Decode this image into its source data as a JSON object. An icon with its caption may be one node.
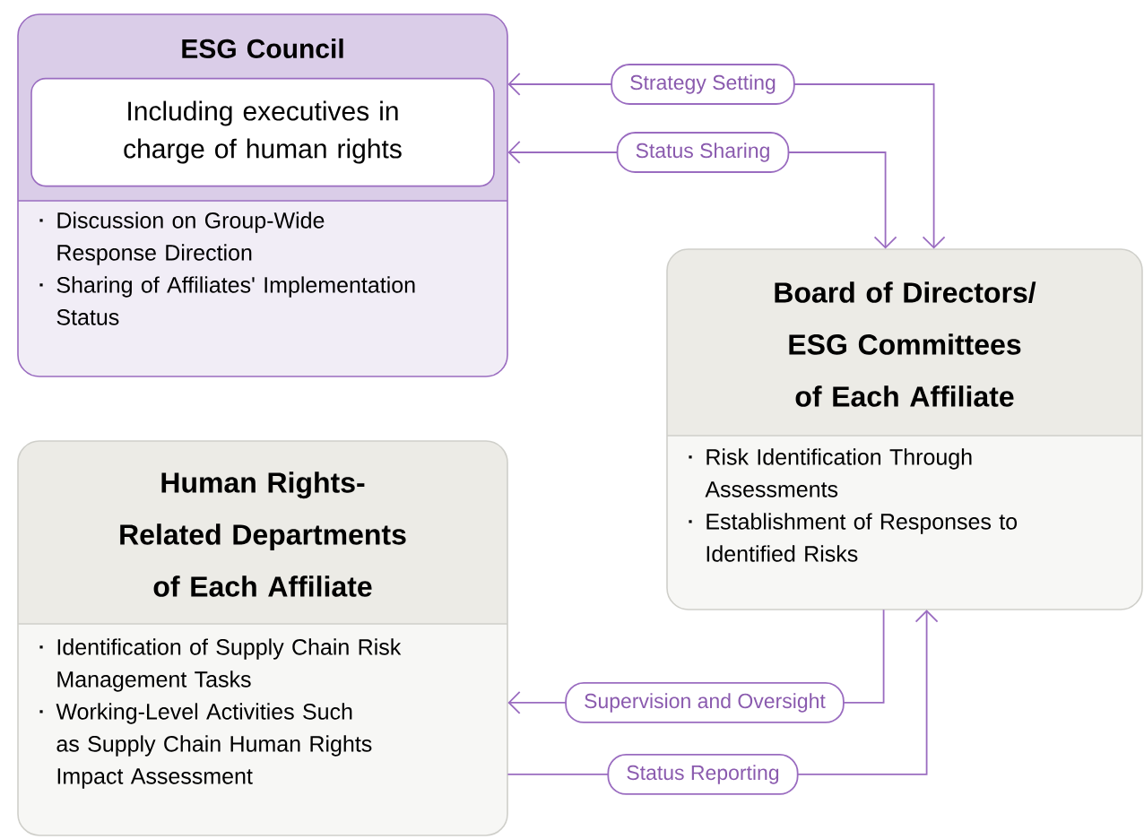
{
  "diagram": {
    "nodes": [
      {
        "text": [
          "ESG Council",
          "Discussion on Group-Wide Response Direction",
          "Sharing of Affiliates' Implementation Status"
        ]
      },
      {
        "text": [
          "Including executives in charge of human rights"
        ],
        "in": 0
      },
      {
        "text": [
          "Board of Directors/ ESG Committees of Each Affiliate",
          "Risk Identification Through Assessments",
          "Establishment of Responses to Identified Risks"
        ]
      },
      {
        "text": [
          "Human Rights-Related Departments of Each Affiliate",
          "Identification of Supply Chain Risk Management Tasks",
          "Working-Level Activities Such as Supply Chain Human Rights Impact Assessment"
        ]
      }
    ],
    "edges": [
      {
        "from": 2,
        "to": 0,
        "arrow": "both",
        "label": "Strategy Setting"
      },
      {
        "from": 2,
        "to": 0,
        "arrow": "both",
        "label": "Status Sharing"
      },
      {
        "from": 2,
        "to": 3,
        "arrow": "to",
        "label": "Supervision and Oversight"
      },
      {
        "from": 3,
        "to": 2,
        "arrow": "to",
        "label": "Status Reporting"
      }
    ]
  }
}
